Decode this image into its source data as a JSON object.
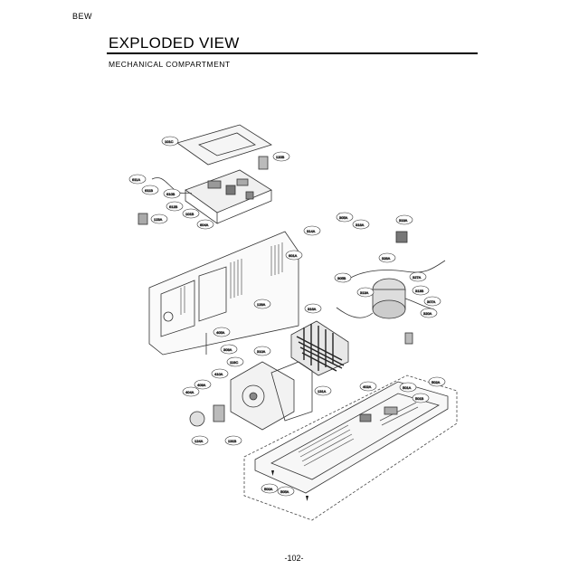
{
  "header_mark": "BEW",
  "title": "EXPLODED VIEW",
  "subtitle": "MECHANICAL COMPARTMENT",
  "page_number": "-102-",
  "callouts": {
    "c1": "101C",
    "c2": "120B",
    "c3": "611A",
    "c4": "610B",
    "c5": "612B",
    "c6": "604A",
    "c7": "123A",
    "c8": "101B",
    "c9": "601A",
    "c10": "314A",
    "c11": "305A",
    "c12": "318A",
    "c13": "319A",
    "c14": "328A",
    "c15": "327A",
    "c16": "305B",
    "c17": "313A",
    "c18": "313B",
    "c19": "307A",
    "c20": "320A",
    "c21": "129A",
    "c22": "316A",
    "c23": "405A",
    "c24": "309A",
    "c25": "310A",
    "c26": "119C",
    "c27": "410A",
    "c28": "409A",
    "c29": "404A",
    "c30": "131A",
    "c31": "124A",
    "c32": "131B",
    "c33": "402A",
    "c34": "501A",
    "c35": "501B",
    "c36": "502A",
    "c37": "500A",
    "c38": "505A",
    "c39": "611B"
  }
}
